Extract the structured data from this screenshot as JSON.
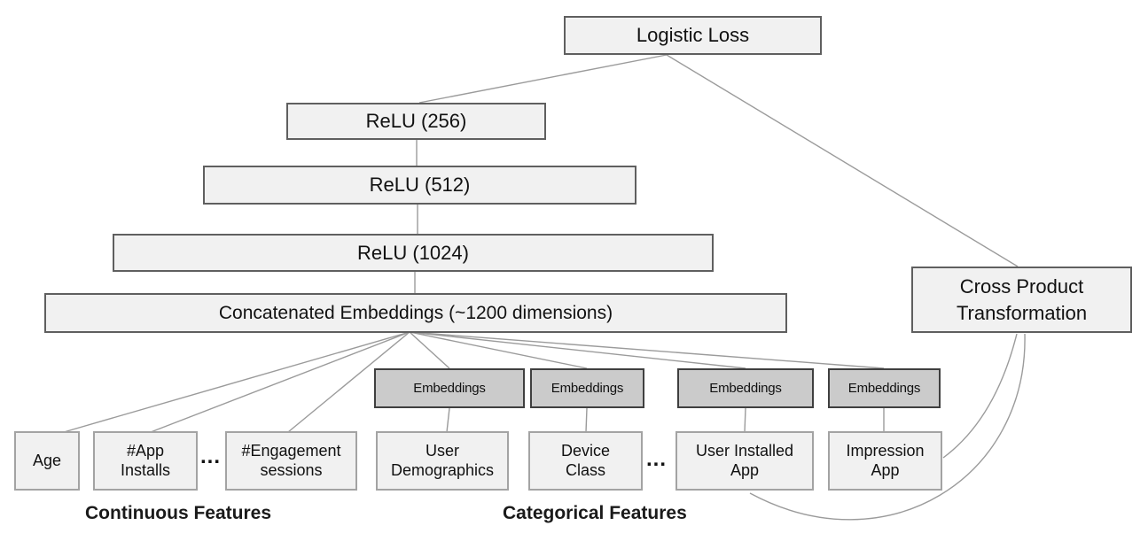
{
  "nodes": {
    "logistic_loss": "Logistic Loss",
    "relu_256": "ReLU (256)",
    "relu_512": "ReLU (512)",
    "relu_1024": "ReLU (1024)",
    "concatenated_embeddings": "Concatenated Embeddings (~1200 dimensions)",
    "cross_product_transformation": "Cross Product Transformation",
    "embeddings": [
      "Embeddings",
      "Embeddings",
      "Embeddings",
      "Embeddings"
    ]
  },
  "features": {
    "continuous": [
      "Age",
      "#App Installs",
      "#Engagement sessions"
    ],
    "categorical": [
      "User Demographics",
      "Device Class",
      "User Installed App",
      "Impression App"
    ]
  },
  "ellipsis": "...",
  "group_labels": {
    "continuous": "Continuous Features",
    "categorical": "Categorical Features"
  },
  "colors": {
    "light_box_fill": "#f1f1f1",
    "dark_box_fill": "#cbcbcb",
    "big_box_border": "#5f5f5f",
    "small_box_border": "#a3a3a3",
    "dark_box_border": "#3f3f3f",
    "connector_line": "#9b9b9b",
    "text": "#111111"
  }
}
